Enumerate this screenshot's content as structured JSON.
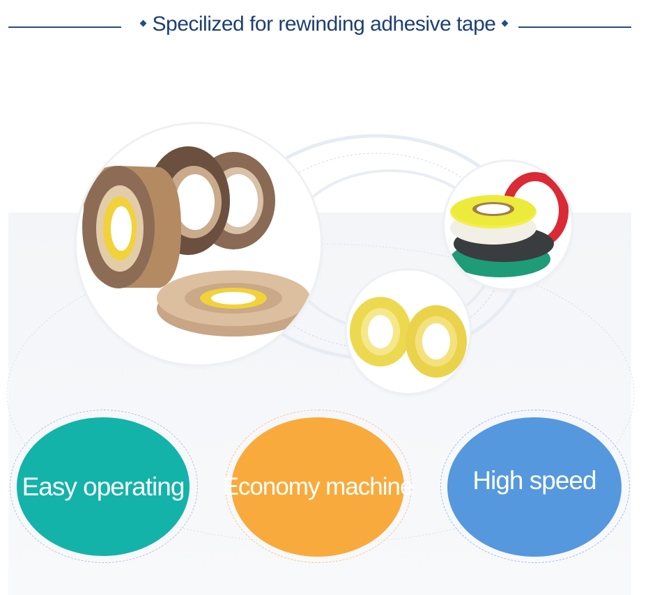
{
  "header": {
    "title": "Specilized for rewinding adhesive tape"
  },
  "features": [
    {
      "label": "Easy operating",
      "color": "#14b3a9"
    },
    {
      "label": "Economy machine",
      "color": "#f8ab3c"
    },
    {
      "label": "High speed",
      "color": "#5598de"
    }
  ],
  "colors": {
    "accent": "#1f4d86",
    "panel": "#f5f6f9"
  }
}
